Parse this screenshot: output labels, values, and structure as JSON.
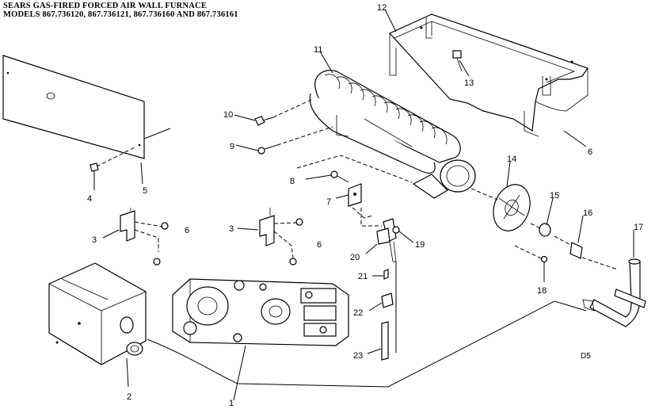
{
  "header": {
    "title": "SEARS GAS-FIRED FORCED AIR WALL FURNACE",
    "models": "MODELS 867.736120, 867.736121, 867.736160 AND 867.736161"
  },
  "diagram_code": "D5",
  "callouts": {
    "c1": "1",
    "c2": "2",
    "c3a": "3",
    "c3b": "3",
    "c4": "4",
    "c5": "5",
    "c6a": "6",
    "c6b": "6",
    "c6c": "6",
    "c7": "7",
    "c8": "8",
    "c9": "9",
    "c10": "10",
    "c11": "11",
    "c12": "12",
    "c13": "13",
    "c14": "14",
    "c15": "15",
    "c16": "16",
    "c17": "17",
    "c18": "18",
    "c19": "19",
    "c20": "20",
    "c21": "21",
    "c22": "22",
    "c23": "23"
  }
}
